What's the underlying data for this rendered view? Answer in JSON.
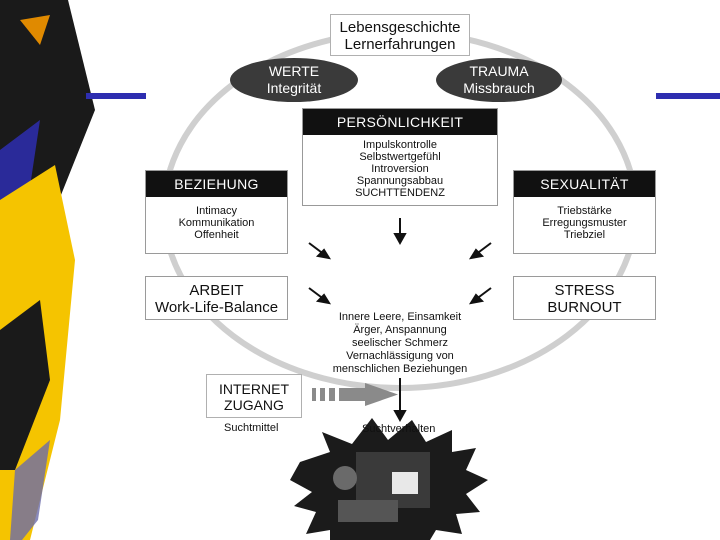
{
  "diagram": {
    "top_box": {
      "lines": [
        "Lebensgeschichte",
        "Lernerfahrungen"
      ]
    },
    "oval_left": {
      "lines": [
        "WERTE",
        "Integrität"
      ]
    },
    "oval_right": {
      "lines": [
        "TRAUMA",
        "Missbrauch"
      ]
    },
    "personality": {
      "title": "PERSÖNLICHKEIT",
      "items": [
        "Impulskontrolle",
        "Selbstwertgefühl",
        "Introversion",
        "Spannungsabbau",
        "SUCHTTENDENZ"
      ]
    },
    "relationship": {
      "title": "BEZIEHUNG",
      "items": [
        "Intimacy",
        "Kommunikation",
        "Offenheit"
      ]
    },
    "sexuality": {
      "title": "SEXUALITÄT",
      "items": [
        "Triebstärke",
        "Erregungsmuster",
        "Triebziel"
      ]
    },
    "work": {
      "lines": [
        "ARBEIT",
        "Work-Life-Balance"
      ]
    },
    "stress": {
      "lines": [
        "STRESS",
        "BURNOUT"
      ]
    },
    "center": {
      "lines": [
        "Innere Leere, Einsamkeit",
        "Ärger, Anspannung",
        "seelischer Schmerz",
        "Vernachlässigung von",
        "menschlichen Beziehungen"
      ]
    },
    "internet": {
      "lines": [
        "INTERNET",
        "ZUGANG"
      ]
    },
    "means_label": "Suchtmittel",
    "behavior_label": "Suchtverhalten",
    "photo_label": "person-at-computer-photo"
  },
  "colors": {
    "accent_blue": "#2e2eb0",
    "deco_yellow": "#f5c400",
    "deco_dark": "#1a1a1a",
    "box_dark": "#111111",
    "oval_fill": "#3a3a3a"
  }
}
